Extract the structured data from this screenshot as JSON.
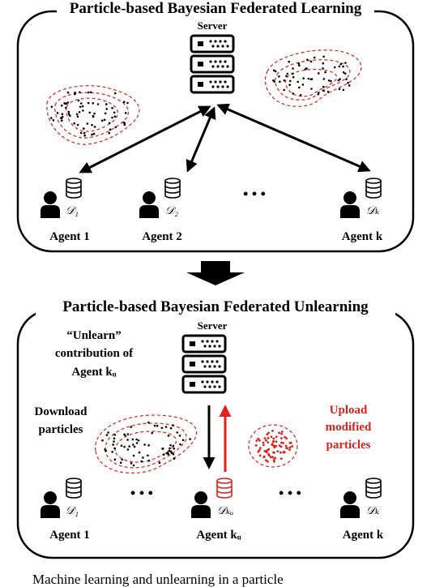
{
  "top_panel": {
    "title": "Particle-based Bayesian Federated Learning",
    "server_label": "Server",
    "agents": [
      {
        "name": "Agent 1",
        "dataset": "𝒟₁"
      },
      {
        "name": "Agent 2",
        "dataset": "𝒟₂"
      },
      {
        "name": "Agent k",
        "dataset": "𝒟ₖ"
      }
    ],
    "ellipsis": "• • •"
  },
  "bottom_panel": {
    "title": "Particle-based Bayesian Federated Unlearning",
    "server_label": "Server",
    "unlearn_text": [
      "“Unlearn”",
      "contribution of",
      "Agent kᵤ"
    ],
    "download_text": [
      "Download",
      "particles"
    ],
    "upload_text": [
      "Upload",
      "modified",
      "particles"
    ],
    "agents": [
      {
        "name": "Agent 1",
        "dataset": "𝒟₁"
      },
      {
        "name": "Agent kᵤ",
        "dataset": "𝒟ₖᵤ"
      },
      {
        "name": "Agent k",
        "dataset": "𝒟ₖ"
      }
    ],
    "ellipsis": "• • •"
  },
  "caption_fragment": "Machine learning and unlearning in a particle",
  "colors": {
    "accent_red": "#e0201b",
    "ink": "#000000",
    "contour_red": "#e0201b"
  }
}
